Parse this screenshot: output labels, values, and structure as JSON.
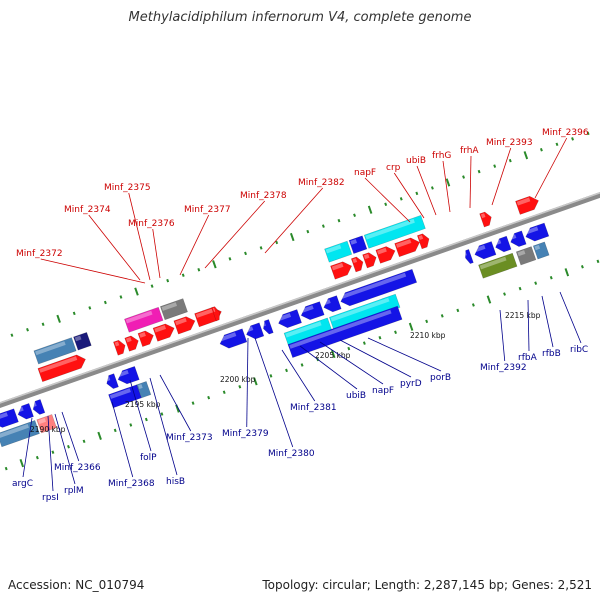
{
  "title": "Methylacidiphilum infernorum V4, complete genome",
  "footer": {
    "accession": "Accession: NC_010794",
    "topology": "Topology: circular; Length: 2,287,145 bp; Genes: 2,521"
  },
  "colors": {
    "backbone": "#8a8a8a",
    "tick": "#2a8a2a",
    "upper_label": "#cc0000",
    "lower_label": "#00008b",
    "red": "#ff1010",
    "blue": "#1414e6",
    "cyan": "#00e6f0",
    "magenta": "#f01eb4",
    "grey": "#7a7a7a",
    "olive": "#6b8e23",
    "steel": "#4682b4",
    "pink": "#ff7f7f",
    "navy": "#1a1a7a"
  },
  "scale": {
    "unit": "kbp",
    "ticks": [
      {
        "label": "2190 kbp"
      },
      {
        "label": "2195 kbp"
      },
      {
        "label": "2200 kbp"
      },
      {
        "label": "2205 kbp"
      },
      {
        "label": "2210 kbp"
      },
      {
        "label": "2215 kbp"
      }
    ]
  },
  "upper_labels": [
    "Minf_2372",
    "Minf_2374",
    "Minf_2375",
    "Minf_2376",
    "Minf_2377",
    "Minf_2378",
    "Minf_2382",
    "napF",
    "crp",
    "ubiB",
    "frhG",
    "frhA",
    "Minf_2393",
    "Minf_2396"
  ],
  "lower_labels": [
    "argC",
    "rpsI",
    "rplM",
    "Minf_2366",
    "Minf_2368",
    "folP",
    "hisB",
    "Minf_2373",
    "Minf_2379",
    "Minf_2380",
    "Minf_2381",
    "ubiB",
    "napF",
    "pyrD",
    "porB",
    "Minf_2392",
    "rfbA",
    "rfbB",
    "ribC"
  ]
}
